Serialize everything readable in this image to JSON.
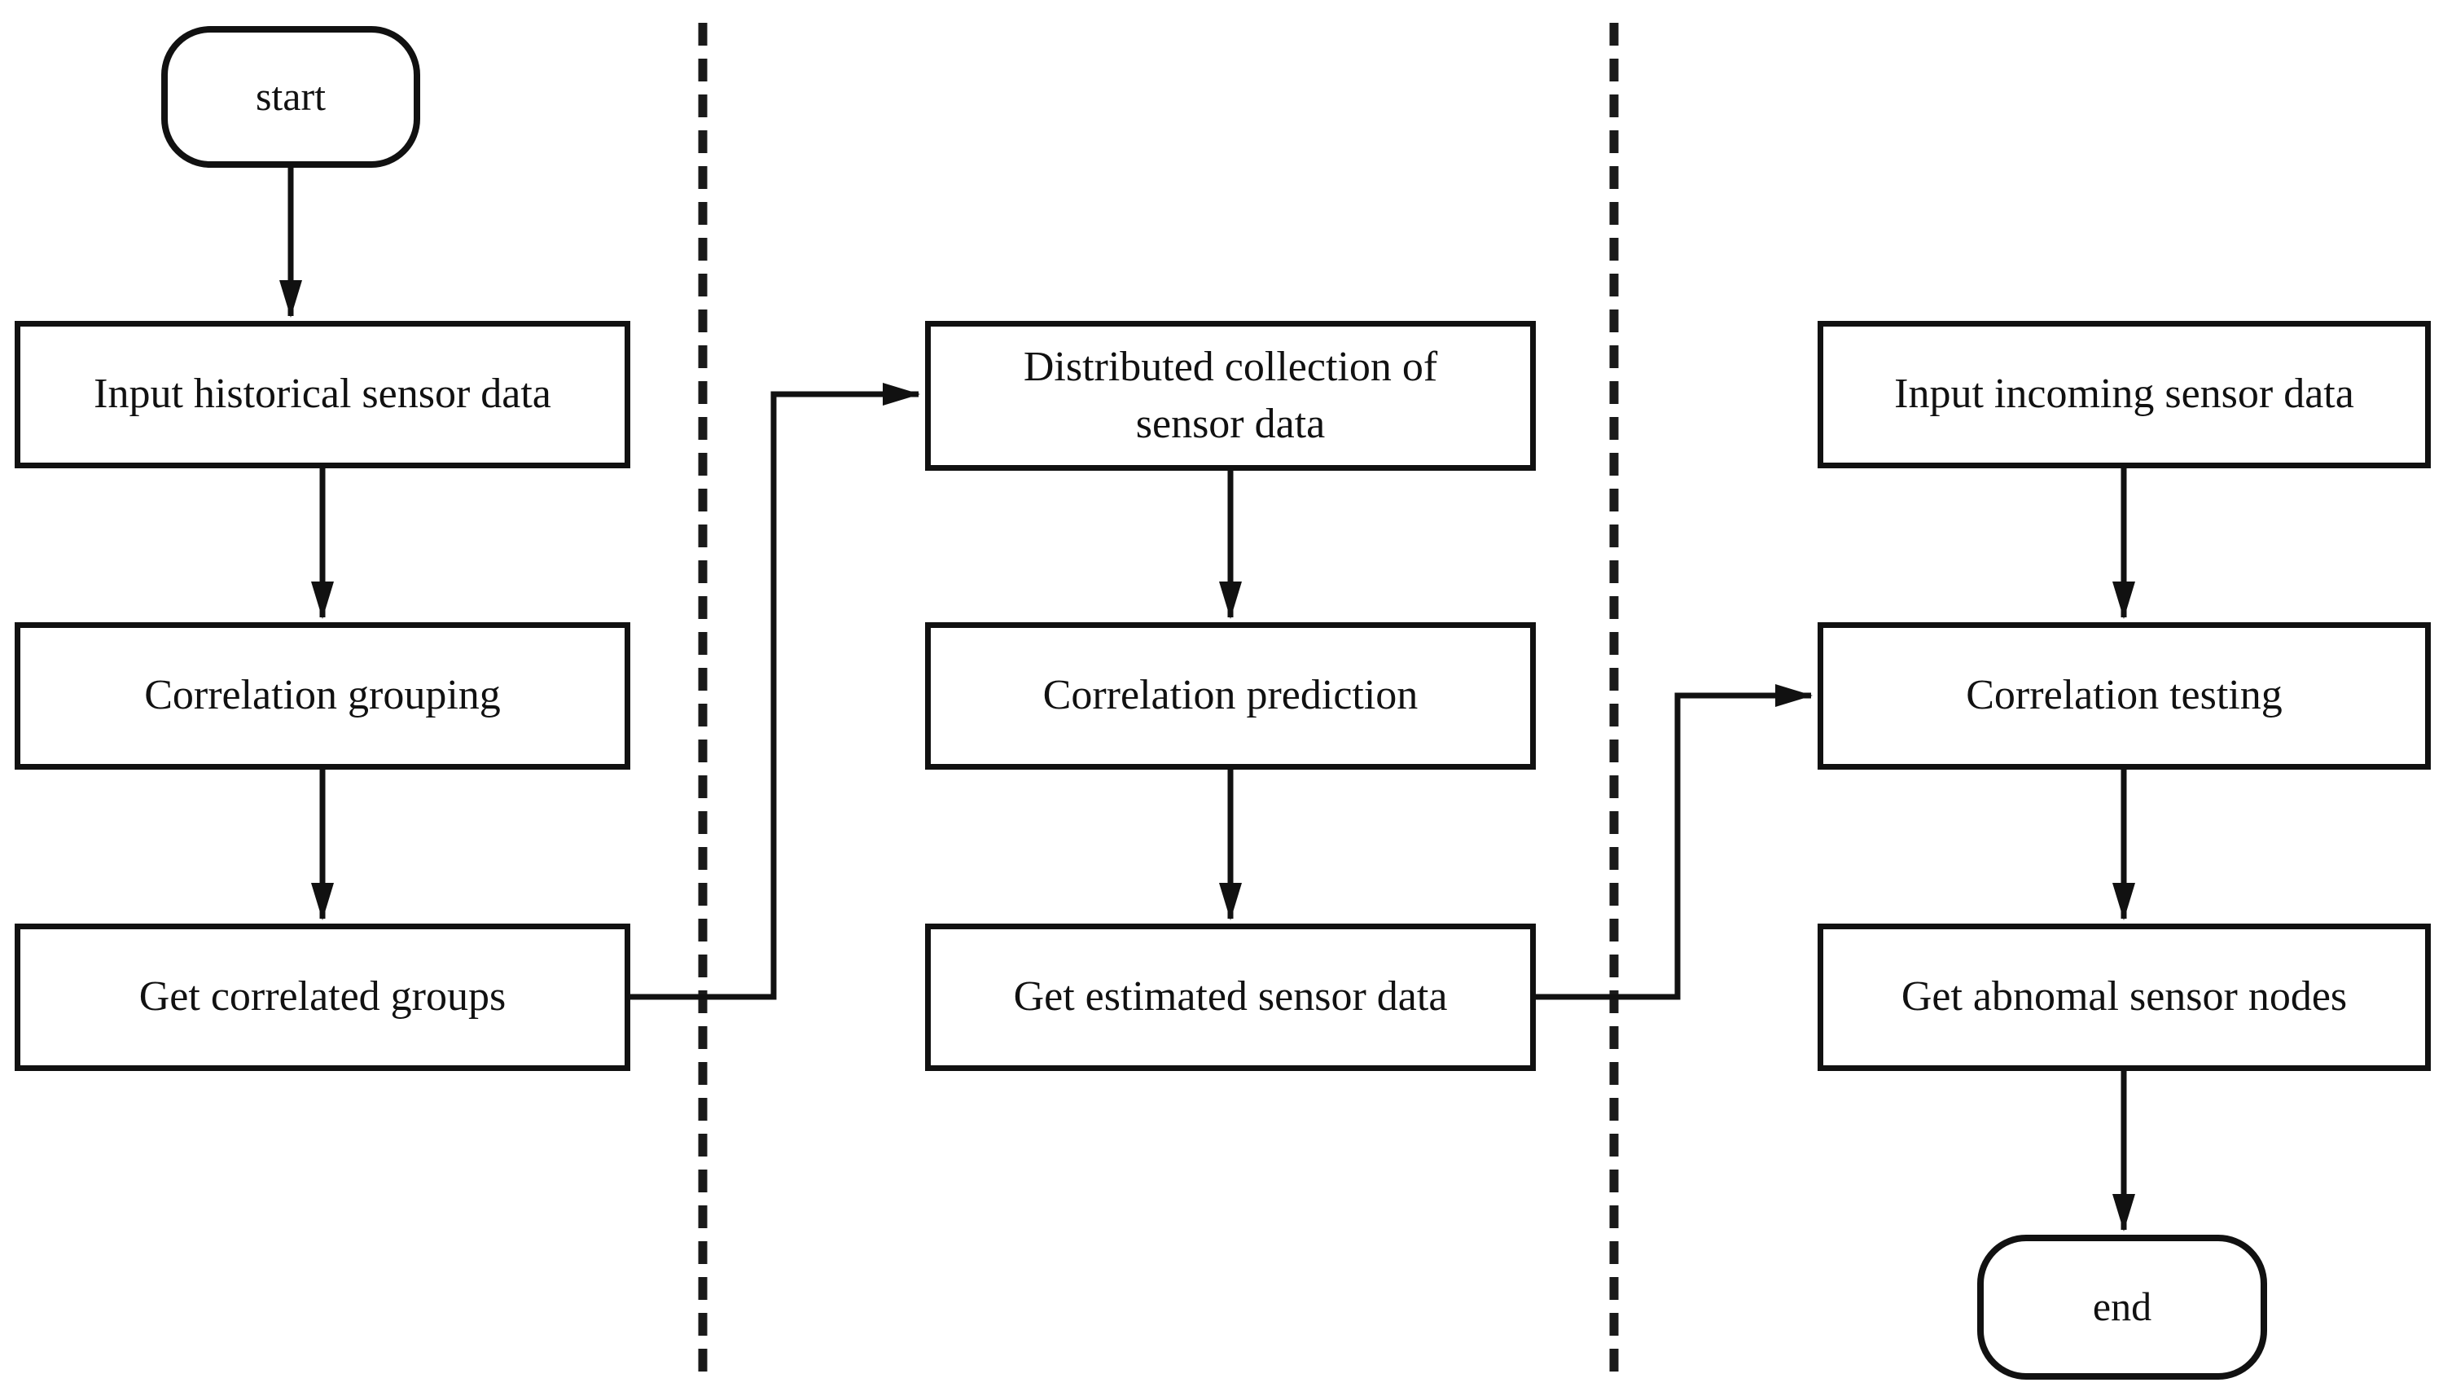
{
  "diagram": {
    "title": "Distributed sensor anomaly detection flowchart",
    "background_color": "#ffffff",
    "ink_color": "#111111",
    "phase_separator_style": "vertical dashed line",
    "phase_count": 3
  },
  "nodes": {
    "start": {
      "label": "start",
      "shape": "stadium"
    },
    "input_historical": {
      "label": "Input historical sensor data",
      "shape": "rect"
    },
    "correlation_grouping": {
      "label": "Correlation grouping",
      "shape": "rect"
    },
    "get_correlated_groups": {
      "label": "Get correlated groups",
      "shape": "rect"
    },
    "distributed_collection": {
      "label": "Distributed collection of\nsensor data",
      "shape": "rect"
    },
    "correlation_prediction": {
      "label": "Correlation prediction",
      "shape": "rect"
    },
    "get_estimated": {
      "label": "Get estimated sensor data",
      "shape": "rect"
    },
    "input_incoming": {
      "label": "Input incoming sensor data",
      "shape": "rect"
    },
    "correlation_testing": {
      "label": "Correlation testing",
      "shape": "rect"
    },
    "get_abnomal": {
      "label": "Get abnomal sensor nodes",
      "shape": "rect"
    },
    "end": {
      "label": "end",
      "shape": "stadium"
    }
  },
  "edges": [
    {
      "from": "start",
      "to": "input_historical",
      "type": "straight-arrow"
    },
    {
      "from": "input_historical",
      "to": "correlation_grouping",
      "type": "straight-arrow"
    },
    {
      "from": "correlation_grouping",
      "to": "get_correlated_groups",
      "type": "straight-arrow"
    },
    {
      "from": "get_correlated_groups",
      "to": "distributed_collection",
      "type": "elbow-arrow"
    },
    {
      "from": "distributed_collection",
      "to": "correlation_prediction",
      "type": "straight-arrow"
    },
    {
      "from": "correlation_prediction",
      "to": "get_estimated",
      "type": "straight-arrow"
    },
    {
      "from": "get_estimated",
      "to": "correlation_testing",
      "type": "elbow-arrow"
    },
    {
      "from": "input_incoming",
      "to": "correlation_testing",
      "type": "straight-arrow"
    },
    {
      "from": "correlation_testing",
      "to": "get_abnomal",
      "type": "straight-arrow"
    },
    {
      "from": "get_abnomal",
      "to": "end",
      "type": "straight-arrow"
    }
  ]
}
